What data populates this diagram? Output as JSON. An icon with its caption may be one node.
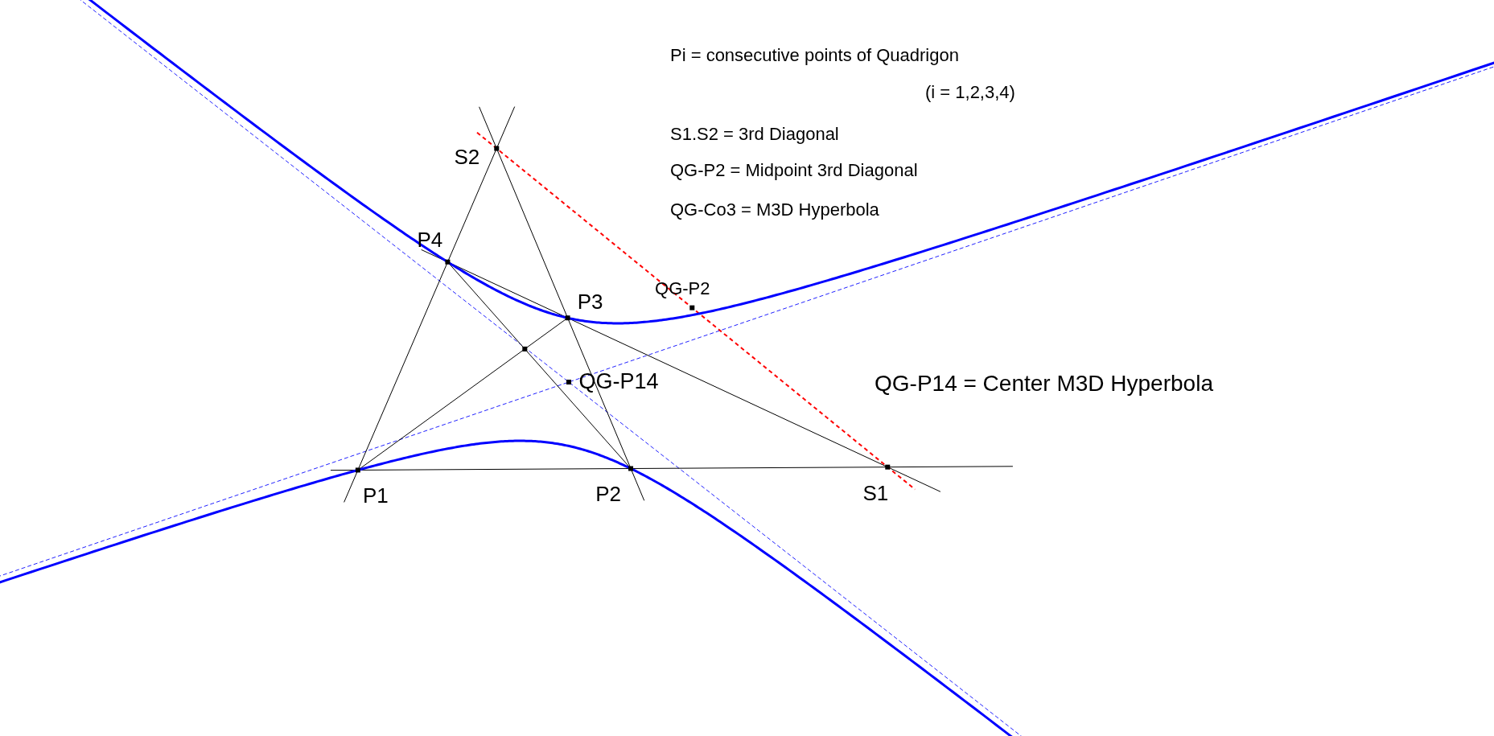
{
  "diagram": {
    "labels": [
      "Pi = consecutive points of Quadrigon",
      "(i = 1,2,3,4)",
      "S1.S2 = 3rd Diagonal",
      "S2",
      "QG-P2 = Midpoint 3rd Diagonal",
      "QG-Co3 = M3D Hyperbola",
      "P4",
      "P3",
      "QG-P2",
      "QG-P14",
      "QG-P14 = Center M3D Hyperbola",
      "P1",
      "P2",
      "S1"
    ]
  }
}
